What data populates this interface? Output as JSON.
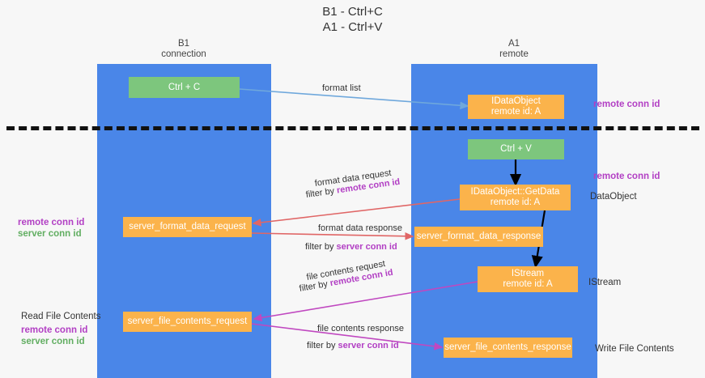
{
  "title": {
    "line1": "B1 - Ctrl+C",
    "line2": "A1 - Ctrl+V"
  },
  "lanes": [
    {
      "id": "b1",
      "name": "B1",
      "role": "connection"
    },
    {
      "id": "a1",
      "name": "A1",
      "role": "remote"
    }
  ],
  "nodes": {
    "ctrl_c": {
      "label": "Ctrl + C",
      "color": "#7dc67d"
    },
    "idataobject": {
      "line1": "IDataObject",
      "line2": "remote id: A",
      "color": "#fbb34b"
    },
    "ctrl_v": {
      "label": "Ctrl + V",
      "color": "#7dc67d"
    },
    "getdata": {
      "line1": "IDataObject::GetData",
      "line2": "remote id: A",
      "color": "#fbb34b"
    },
    "server_format_data_request": {
      "label": "server_format_data_request",
      "color": "#fbb34b"
    },
    "server_format_data_response": {
      "label": "server_format_data_response",
      "color": "#fbb34b"
    },
    "istream": {
      "line1": "IStream",
      "line2": "remote id: A",
      "color": "#fbb34b"
    },
    "server_file_contents_request": {
      "label": "server_file_contents_request",
      "color": "#fbb34b"
    },
    "server_file_contents_response": {
      "label": "server_file_contents_response",
      "color": "#fbb34b"
    }
  },
  "edges": {
    "format_list": "format list",
    "format_data_request": "format data request",
    "format_data_request_filter_prefix": "filter by ",
    "format_data_request_filter_key": "remote conn id",
    "format_data_response": "format data response",
    "format_data_response_filter_prefix": "filter by ",
    "format_data_response_filter_key": "server conn id",
    "file_contents_request": "file contents request",
    "file_contents_request_filter_prefix": "filter by ",
    "file_contents_request_filter_key": "remote conn id",
    "file_contents_response": "file contents response",
    "file_contents_response_filter_prefix": "filter by ",
    "file_contents_response_filter_key": "server conn id"
  },
  "annotations": {
    "remote_conn_id_top": "remote conn id",
    "remote_conn_id_mid": "remote conn id",
    "dataobject": "DataObject",
    "istream": "IStream",
    "write_file_contents": "Write File Contents",
    "read_file_contents": "Read File Contents",
    "left_remote_conn_id_1": "remote conn id",
    "left_server_conn_id_1": "server conn id",
    "left_remote_conn_id_2": "remote conn id",
    "left_server_conn_id_2": "server conn id"
  },
  "colors": {
    "lane": "#4a86e8",
    "green_node": "#7dc67d",
    "orange_node": "#fbb34b",
    "purple_text": "#b23fc4",
    "green_text": "#62ae62",
    "blue_arrow": "#6fa8dc",
    "red_arrow": "#e06666",
    "magenta_arrow": "#c048c0",
    "black_arrow": "#000000",
    "divider": "#111111"
  }
}
